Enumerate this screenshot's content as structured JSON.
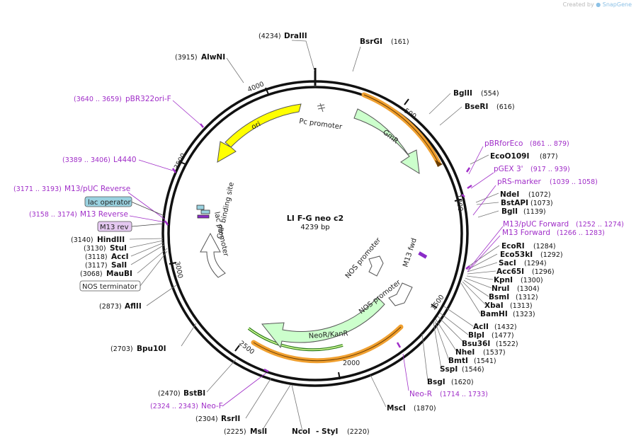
{
  "credit": {
    "prefix": "Created by",
    "brand": "SnapGene"
  },
  "plasmid": {
    "name": "LI F-G neo c2",
    "size": "4239 bp"
  },
  "ticks": [
    "500",
    "1000",
    "1500",
    "2000",
    "2500",
    "3000",
    "3500",
    "4000"
  ],
  "features": {
    "ori": "ori",
    "pc": "Pc promoter",
    "gmr": "GmR",
    "neo": "NeoR/KanR",
    "nos1": "NOS promoter",
    "nos2": "NOS promoter",
    "m13fwd": "M13 fwd",
    "lacprom": "lac promoter",
    "cap": "CAP binding site",
    "lacop": "lac operator",
    "m13rev": "M13 rev",
    "nosterm": "NOS terminator"
  },
  "enzymes": [
    {
      "pos": "(4234)",
      "name": "DraIII"
    },
    {
      "name": "BsrGI",
      "pos": "(161)"
    },
    {
      "pos": "(3915)",
      "name": "AlwNI"
    },
    {
      "name": "BglII",
      "pos": "(554)"
    },
    {
      "name": "BseRI",
      "pos": "(616)"
    },
    {
      "name": "EcoO109I",
      "pos": "(877)"
    },
    {
      "name": "NdeI",
      "pos": "(1072)"
    },
    {
      "name": "BstAPI",
      "pos": "(1073)"
    },
    {
      "name": "BglI",
      "pos": "(1139)"
    },
    {
      "name": "EcoRI",
      "pos": "(1284)"
    },
    {
      "name": "Eco53kI",
      "pos": "(1292)"
    },
    {
      "name": "SacI",
      "pos": "(1294)"
    },
    {
      "name": "Acc65I",
      "pos": "(1296)"
    },
    {
      "name": "KpnI",
      "pos": "(1300)"
    },
    {
      "name": "NruI",
      "pos": "(1304)"
    },
    {
      "name": "BsmI",
      "pos": "(1312)"
    },
    {
      "name": "XbaI",
      "pos": "(1313)"
    },
    {
      "name": "BamHI",
      "pos": "(1323)"
    },
    {
      "name": "AclI",
      "pos": "(1432)"
    },
    {
      "name": "BlpI",
      "pos": "(1477)"
    },
    {
      "name": "Bsu36I",
      "pos": "(1522)"
    },
    {
      "name": "NheI",
      "pos": "(1537)"
    },
    {
      "name": "BmtI",
      "pos": "(1541)"
    },
    {
      "name": "SspI",
      "pos": "(1546)"
    },
    {
      "name": "BsgI",
      "pos": "(1620)"
    },
    {
      "name": "MscI",
      "pos": "(1870)"
    },
    {
      "name": "NcoI",
      "pos": ""
    },
    {
      "name": "- StyI",
      "pos": "(2220)"
    },
    {
      "pos": "(2225)",
      "name": "MslI"
    },
    {
      "pos": "(2304)",
      "name": "RsrII"
    },
    {
      "pos": "(2470)",
      "name": "BstBI"
    },
    {
      "pos": "(2703)",
      "name": "Bpu10I"
    },
    {
      "pos": "(2873)",
      "name": "AflII"
    },
    {
      "pos": "(3068)",
      "name": "MauBI"
    },
    {
      "pos": "(3117)",
      "name": "SalI"
    },
    {
      "pos": "(3118)",
      "name": "AccI"
    },
    {
      "pos": "(3130)",
      "name": "StuI"
    },
    {
      "pos": "(3140)",
      "name": "HindIII"
    }
  ],
  "primers": [
    {
      "name": "pBRforEco",
      "pos": "(861 .. 879)"
    },
    {
      "name": "pGEX 3'",
      "pos": "(917 .. 939)"
    },
    {
      "name": "pRS-marker",
      "pos": "(1039 .. 1058)"
    },
    {
      "name": "M13/pUC Forward",
      "pos": "(1252 .. 1274)"
    },
    {
      "name": "M13 Forward",
      "pos": "(1266 .. 1283)"
    },
    {
      "name": "Neo-R",
      "pos": "(1714 .. 1733)"
    },
    {
      "name": "Neo-F",
      "pos": "(2324 .. 2343)"
    },
    {
      "name": "M13 Reverse",
      "pos": "(3158 .. 3174)"
    },
    {
      "name": "M13/pUC Reverse",
      "pos": "(3171 .. 3193)"
    },
    {
      "name": "L4440",
      "pos": "(3389 .. 3406)"
    },
    {
      "name": "pBR322ori-F",
      "pos": "(3640 .. 3659)"
    }
  ],
  "colors": {
    "ori": "#ffff00",
    "resistance": "#ccffcc",
    "primer": "#a02ec8",
    "orange": "#f0a030",
    "lacop": "#9ad2e0",
    "m13rev": "#e4c8f0"
  }
}
